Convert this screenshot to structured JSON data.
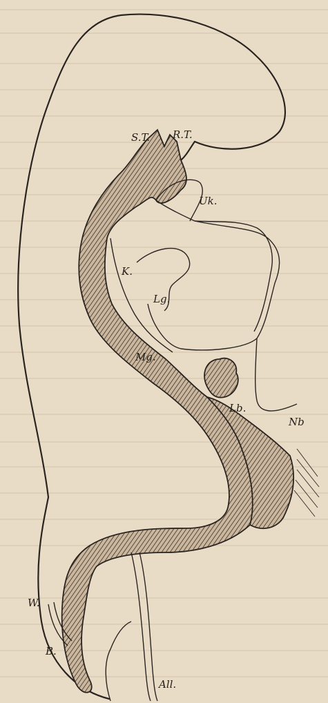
{
  "figure": {
    "labels": {
      "st": "S.T.",
      "rt": "R.T.",
      "uk": "Uk.",
      "k": "K.",
      "lg": "Lg.",
      "mg": "Mg.",
      "lb": "Lb.",
      "nb": "Nb",
      "w": "W.",
      "b": "B.",
      "all": "All."
    }
  }
}
